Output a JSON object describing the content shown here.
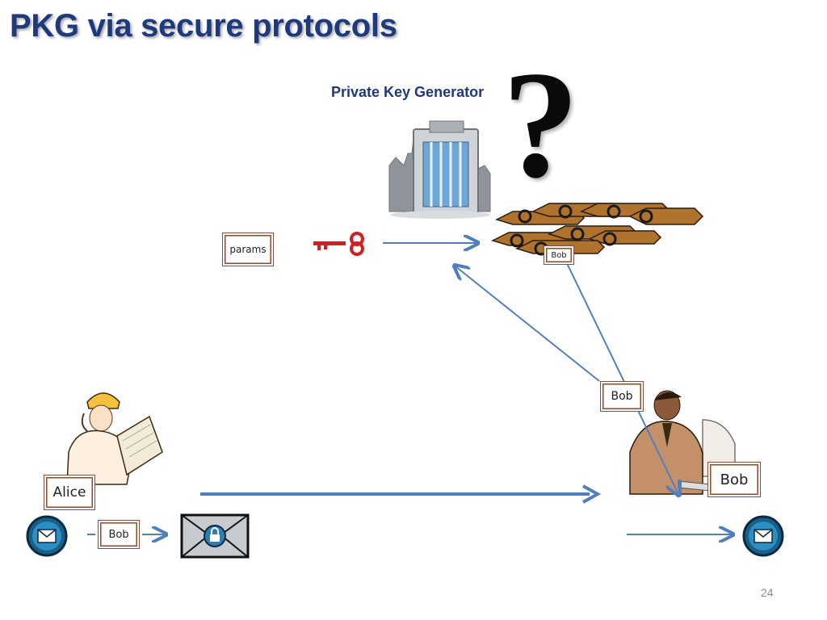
{
  "slide": {
    "title": "PKG via secure protocols",
    "page_number": "24"
  },
  "pkg": {
    "label": "Private Key Generator",
    "question_mark": "?"
  },
  "tags": {
    "params": "params",
    "bob_keys": "Bob",
    "bob_request": "Bob",
    "bob_receiver": "Bob",
    "alice": "Alice",
    "bob_sender": "Bob"
  },
  "icons": {
    "building": "office-building-icon",
    "key": "master-key-icon",
    "keychain": "key-bundle-icon",
    "alice": "alice-person-icon",
    "bob": "bob-person-icon",
    "mail_left": "mail-icon",
    "mail_right": "mail-icon",
    "locked_envelope": "locked-envelope-icon"
  },
  "colors": {
    "title": "#1f3a7a",
    "arrow": "#4f7fbf",
    "key": "#d21f1f",
    "tag_border": "#8b4a3a"
  }
}
